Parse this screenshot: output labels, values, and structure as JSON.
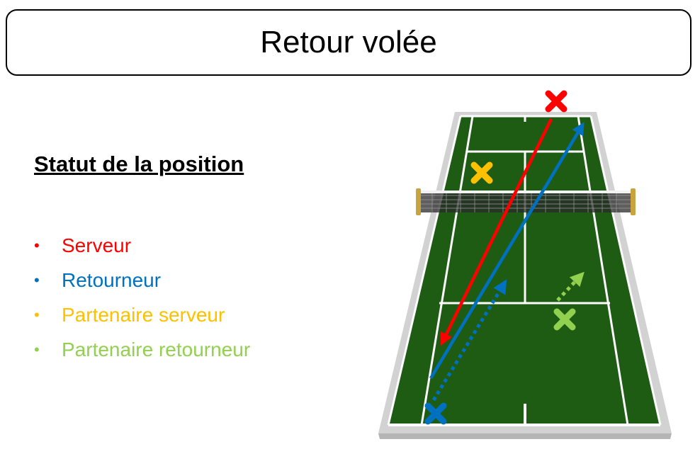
{
  "title": "Retour volée",
  "legend": {
    "heading": "Statut de la position",
    "items": [
      {
        "label": "Serveur",
        "color": "#ff0000"
      },
      {
        "label": "Retourneur",
        "color": "#0070c0"
      },
      {
        "label": "Partenaire serveur",
        "color": "#ffc000"
      },
      {
        "label": "Partenaire retourneur",
        "color": "#92d050"
      }
    ]
  },
  "court": {
    "surface_color": "#1e5c14",
    "surround_color": "#d2d2d2",
    "line_color": "#ffffff",
    "markers": [
      {
        "role": "Serveur",
        "icon": "x-marker-icon",
        "color": "#ff0000"
      },
      {
        "role": "Partenaire serveur",
        "icon": "x-marker-icon",
        "color": "#ffc000"
      },
      {
        "role": "Partenaire retourneur",
        "icon": "x-marker-icon",
        "color": "#92d050"
      },
      {
        "role": "Retourneur",
        "icon": "x-marker-icon",
        "color": "#0070c0"
      }
    ]
  }
}
